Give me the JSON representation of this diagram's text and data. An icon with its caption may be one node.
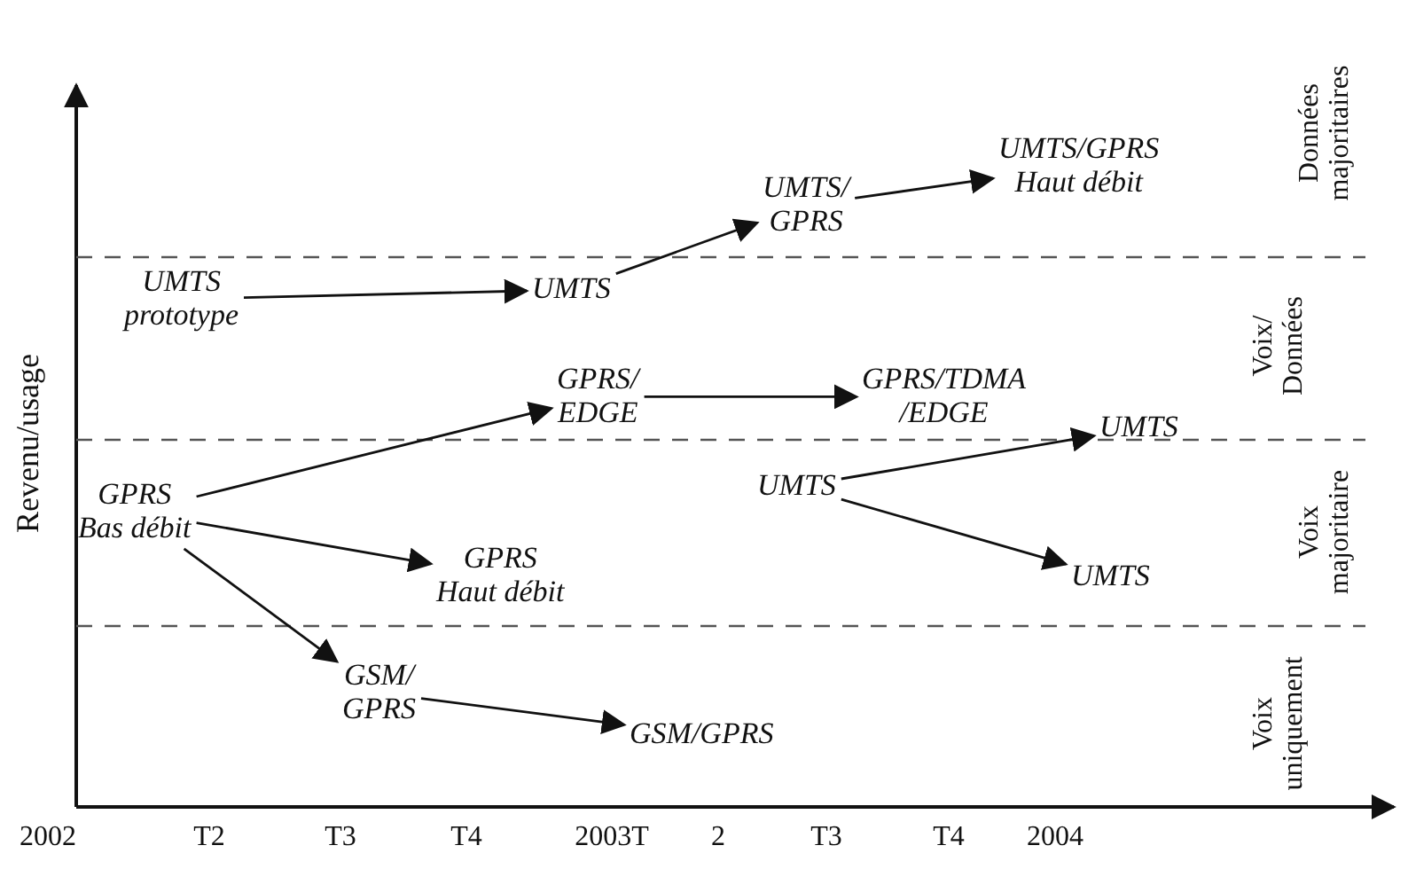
{
  "diagram": {
    "nodes": [
      {
        "text": [
          "UMTS prototype"
        ]
      },
      {
        "text": [
          "UMTS"
        ]
      },
      {
        "text": [
          "UMTS/ GPRS"
        ]
      },
      {
        "text": [
          "UMTS/GPRS Haut débit"
        ]
      },
      {
        "text": [
          "GPRS/ EDGE"
        ]
      },
      {
        "text": [
          "GPRS/TDMA /EDGE"
        ]
      },
      {
        "text": [
          "UMTS"
        ]
      },
      {
        "text": [
          "GPRS Bas débit"
        ]
      },
      {
        "text": [
          "GPRS Haut débit"
        ]
      },
      {
        "text": [
          "UMTS"
        ]
      },
      {
        "text": [
          "UMTS"
        ]
      },
      {
        "text": [
          "GSM/ GPRS"
        ]
      },
      {
        "text": [
          "GSM/GPRS"
        ]
      }
    ],
    "edges": [
      {
        "from": 0,
        "to": 1,
        "arrow": "to"
      },
      {
        "from": 1,
        "to": 2,
        "arrow": "to"
      },
      {
        "from": 2,
        "to": 3,
        "arrow": "to"
      },
      {
        "from": 7,
        "to": 4,
        "arrow": "to"
      },
      {
        "from": 4,
        "to": 5,
        "arrow": "to"
      },
      {
        "from": 7,
        "to": 8,
        "arrow": "to"
      },
      {
        "from": 9,
        "to": 6,
        "arrow": "to"
      },
      {
        "from": 9,
        "to": 10,
        "arrow": "to"
      },
      {
        "from": 7,
        "to": 11,
        "arrow": "to"
      },
      {
        "from": 11,
        "to": 12,
        "arrow": "to"
      }
    ],
    "labels": [
      "Données majoritaires",
      "Voix/ Données",
      "Voix majoritaire",
      "Voix uniquement",
      "Revenu/usage",
      "2002",
      "T2",
      "T3",
      "T4",
      "2003T",
      "2",
      "T3",
      "T4",
      "2004"
    ]
  }
}
